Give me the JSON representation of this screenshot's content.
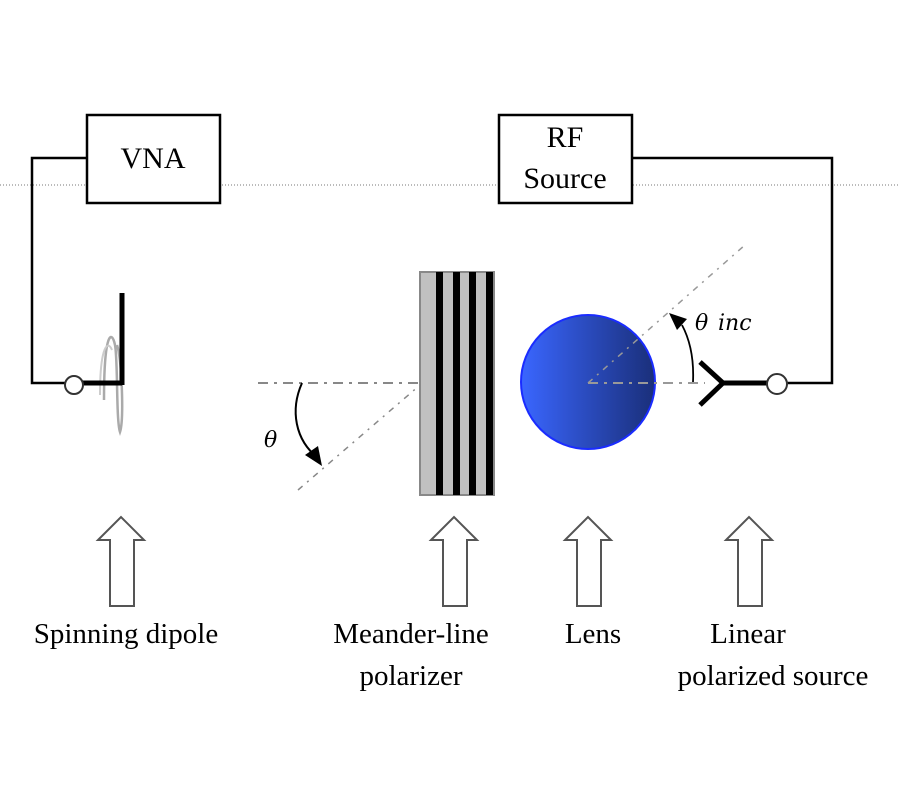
{
  "diagram": {
    "title": "Measurement setup for meander-line polarizer with spinning dipole",
    "instruments": [
      {
        "id": "vna",
        "lines": [
          "VNA"
        ]
      },
      {
        "id": "rf-source",
        "lines": [
          "RF",
          "Source"
        ]
      }
    ],
    "angles": {
      "theta": "θ",
      "theta_inc_symbol": "θ",
      "theta_inc_subscript": "inc"
    },
    "components": [
      {
        "id": "spinning-dipole",
        "lines": [
          "Spinning dipole"
        ]
      },
      {
        "id": "meander-line-polarizer",
        "lines": [
          "Meander-line",
          "polarizer"
        ]
      },
      {
        "id": "lens",
        "lines": [
          "Lens"
        ]
      },
      {
        "id": "linear-polarized-source",
        "lines": [
          "Linear",
          "polarized source"
        ]
      }
    ],
    "colors": {
      "lens_light": "#3a66ff",
      "lens_dark": "#1a2f7a",
      "lens_edge": "#1a2cff",
      "polarizer_fill": "#c0c0c0",
      "polarizer_strip": "#000000",
      "axis_line": "#888888"
    }
  }
}
